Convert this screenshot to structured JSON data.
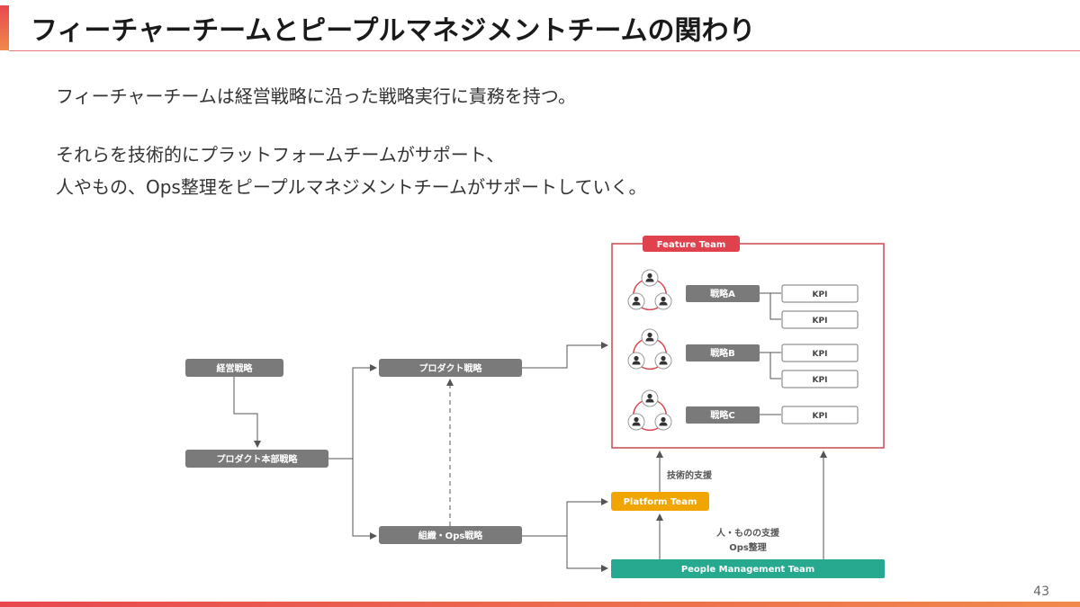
{
  "slide": {
    "title": "フィーチャーチームとピープルマネジメントチームの関わり",
    "body_lines": [
      "フィーチャーチームは経営戦略に沿った戦略実行に責務を持つ。",
      "それらを技術的にプラットフォームチームがサポート、",
      "人やもの、Ops整理をピープルマネジメントチームがサポートしていく。"
    ],
    "page_number": "43"
  },
  "diagram": {
    "nodes": {
      "keiei": "経営戦略",
      "honbu": "プロダクト本部戦略",
      "product": "プロダクト戦略",
      "soshiki": "組織・Ops戦略",
      "feature_team": "Feature Team",
      "platform_team": "Platform Team",
      "people_team": "People Management Team",
      "strategy_a": "戦略A",
      "strategy_b": "戦略B",
      "strategy_c": "戦略C",
      "kpi": "KPI"
    },
    "annotations": {
      "tech_support": "技術的支援",
      "people_support_1": "人・ものの支援",
      "people_support_2": "Ops整理"
    },
    "colors": {
      "gray_box": "#7a7a7a",
      "feature_red": "#e0424d",
      "platform_yellow": "#f0a500",
      "people_green": "#27a98f",
      "arrow": "#555555",
      "cycle_red": "#d9434b"
    }
  }
}
